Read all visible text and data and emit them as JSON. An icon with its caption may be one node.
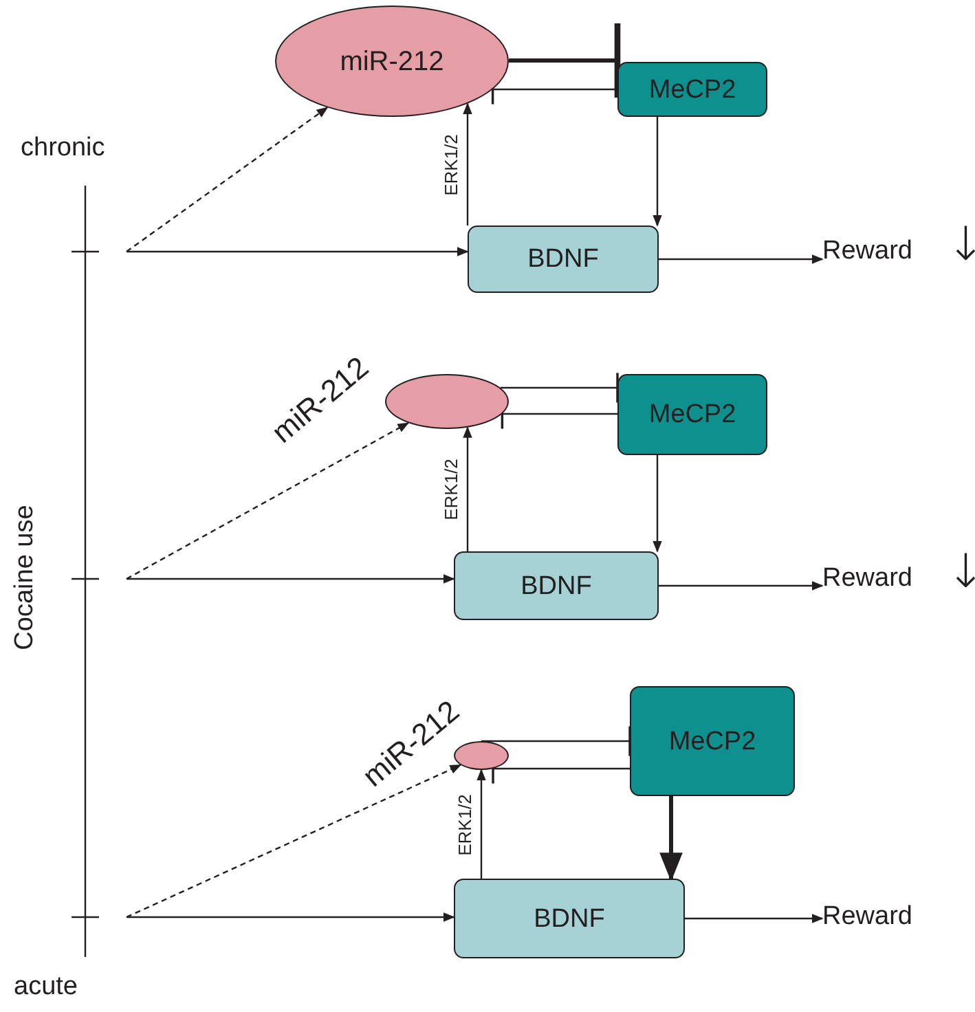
{
  "diagram": {
    "nodes": [
      {
        "text": [
          "miR-212"
        ]
      },
      {
        "text": [
          "MeCP2"
        ]
      },
      {
        "text": [
          "BDNF"
        ]
      },
      {
        "text": [
          "Reward"
        ],
        "beside": [
          "↓"
        ]
      },
      {
        "text": [
          "miR-212"
        ]
      },
      {
        "text": [
          "MeCP2"
        ]
      },
      {
        "text": [
          "BDNF"
        ]
      },
      {
        "text": [
          "Reward"
        ],
        "beside": [
          "↓"
        ]
      },
      {
        "text": [
          "miR-212"
        ]
      },
      {
        "text": [
          "MeCP2"
        ]
      },
      {
        "text": [
          "BDNF"
        ]
      },
      {
        "text": [
          "Reward"
        ]
      }
    ],
    "edges": [
      {
        "from": null,
        "to": 0,
        "arrow": "to",
        "style": "dashed"
      },
      {
        "from": null,
        "to": 2,
        "arrow": "to"
      },
      {
        "from": 2,
        "to": 0,
        "arrow": "to",
        "label": "ERK1/2"
      },
      {
        "from": 0,
        "to": 1,
        "arrow": "other",
        "style": "thick"
      },
      {
        "from": 1,
        "to": 0,
        "arrow": "other"
      },
      {
        "from": 1,
        "to": 2,
        "arrow": "to"
      },
      {
        "from": 2,
        "to": 3,
        "arrow": "to"
      },
      {
        "from": null,
        "to": 4,
        "arrow": "to",
        "style": "dashed"
      },
      {
        "from": null,
        "to": 6,
        "arrow": "to"
      },
      {
        "from": 6,
        "to": 4,
        "arrow": "to",
        "label": "ERK1/2"
      },
      {
        "from": 4,
        "to": 5,
        "arrow": "other"
      },
      {
        "from": 5,
        "to": 4,
        "arrow": "other"
      },
      {
        "from": 5,
        "to": 6,
        "arrow": "to"
      },
      {
        "from": 6,
        "to": 7,
        "arrow": "to"
      },
      {
        "from": null,
        "to": 8,
        "arrow": "to",
        "style": "dashed"
      },
      {
        "from": null,
        "to": 10,
        "arrow": "to"
      },
      {
        "from": 10,
        "to": 8,
        "arrow": "to",
        "label": "ERK1/2"
      },
      {
        "from": 8,
        "to": 9,
        "arrow": "other"
      },
      {
        "from": 9,
        "to": 8,
        "arrow": "other"
      },
      {
        "from": 9,
        "to": 10,
        "arrow": "to",
        "style": "thick"
      },
      {
        "from": 10,
        "to": 11,
        "arrow": "to"
      }
    ],
    "labels": [
      "chronic",
      "Cocaine use",
      "acute"
    ]
  }
}
